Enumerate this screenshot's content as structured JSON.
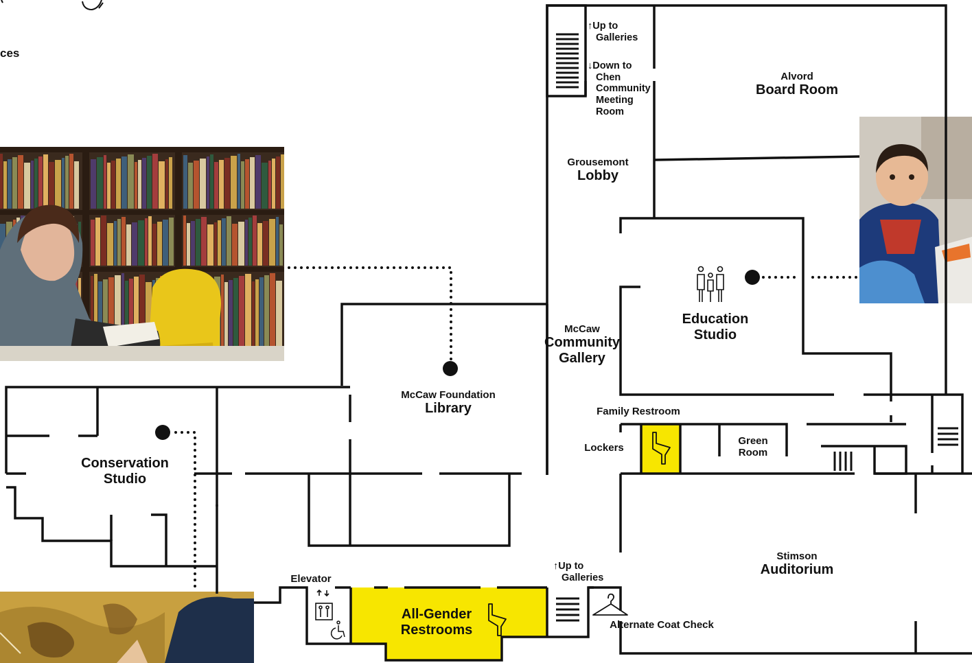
{
  "header": {
    "partial_title": "ces",
    "logo": "museum-logo-partial"
  },
  "colors": {
    "wall": "#111111",
    "restroom_highlight": "#f7e600",
    "background": "#ffffff"
  },
  "rooms": {
    "alvord_board_room": {
      "sub": "Alvord",
      "name": "Board Room"
    },
    "grousemont_lobby": {
      "sub": "Grousemont",
      "name": "Lobby"
    },
    "education_studio": {
      "line1": "Education",
      "line2": "Studio"
    },
    "mccaw_community_gallery": {
      "sub": "McCaw",
      "line1": "Community",
      "line2": "Gallery"
    },
    "mccaw_foundation_library": {
      "sub": "McCaw Foundation",
      "name": "Library"
    },
    "conservation_studio": {
      "line1": "Conservation",
      "line2": "Studio"
    },
    "stimson_auditorium": {
      "sub": "Stimson",
      "name": "Auditorium"
    },
    "green_room": {
      "line1": "Green",
      "line2": "Room"
    },
    "all_gender_restrooms": {
      "line1": "All-Gender",
      "line2": "Restrooms"
    }
  },
  "labels": {
    "up_to_galleries_top": {
      "line1": "↑Up to",
      "line2": "Galleries"
    },
    "down_to_chen": {
      "line1": "↓Down to",
      "line2": "Chen",
      "line3": "Community",
      "line4": "Meeting",
      "line5": "Room"
    },
    "family_restroom": "Family Restroom",
    "lockers": "Lockers",
    "elevator": "Elevator",
    "up_to_galleries_bottom": {
      "line1": "↑Up to",
      "line2": "Galleries"
    },
    "alternate_coat_check": "Alternate Coat Check"
  },
  "icons": [
    "stairs-icon",
    "family-icon",
    "restroom-icon",
    "elevator-icon",
    "accessible-icon",
    "coat-hanger-icon",
    "location-marker-icon"
  ],
  "photos": {
    "library": "woman reading in library",
    "education": "child at education studio",
    "conservation": "conservation artwork detail"
  }
}
